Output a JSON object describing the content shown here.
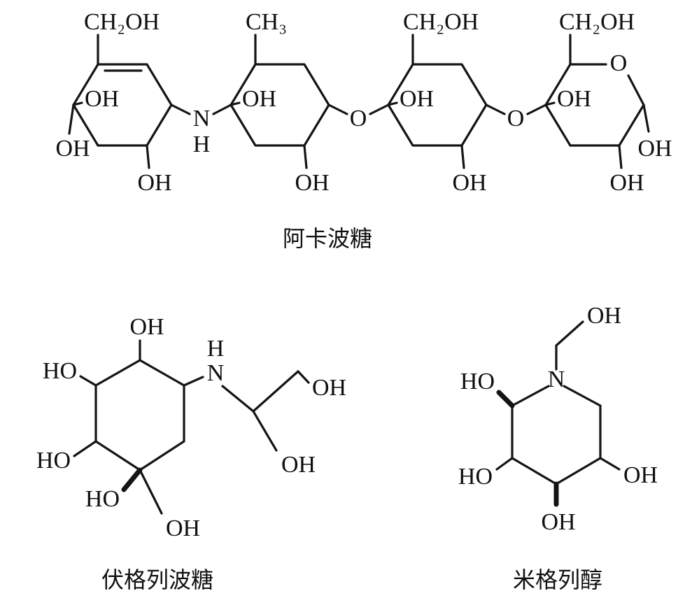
{
  "figure": {
    "background_color": "#ffffff",
    "line_color": "#141414"
  },
  "acarbose": {
    "caption": "阿卡波糖",
    "labels": {
      "r1_ch2oh": "CH₂OH",
      "r1_oh_inner": "OH",
      "r1_oh_left": "OH",
      "r1_oh_bottom": "OH",
      "bridge_n": "N",
      "bridge_h": "H",
      "r2_ch3": "CH₃",
      "r2_oh_inner": "OH",
      "r2_oh_bottom": "OH",
      "bridge_o1": "O",
      "r3_ch2oh": "CH₂OH",
      "r3_oh_inner": "OH",
      "r3_oh_bottom": "OH",
      "bridge_o2": "O",
      "r4_ch2oh": "CH₂OH",
      "r4_ring_o": "O",
      "r4_oh_inner": "OH",
      "r4_oh_right": "OH",
      "r4_oh_bottom": "OH"
    }
  },
  "voglibose": {
    "caption": "伏格列波糖",
    "labels": {
      "oh_top": "OH",
      "ho_upper_left": "HO",
      "ho_lower_left": "HO",
      "ho_bottom": "HO",
      "oh_hydroxymethyl": "OH",
      "amine_h": "H",
      "amine_n": "N",
      "oh_arm_upper": "OH",
      "oh_arm_lower": "OH"
    }
  },
  "miglitol": {
    "caption": "米格列醇",
    "labels": {
      "oh_arm": "OH",
      "ring_n": "N",
      "ho_upper_left": "HO",
      "ho_lower_left": "HO",
      "oh_bottom": "OH",
      "oh_right": "OH"
    }
  }
}
